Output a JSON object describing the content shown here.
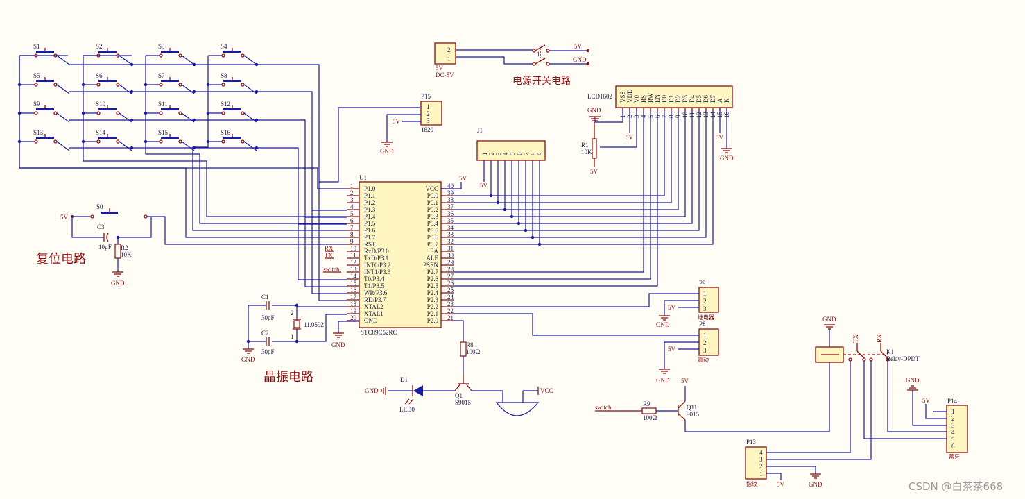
{
  "keys": [
    "S1",
    "S2",
    "S3",
    "S4",
    "S5",
    "S6",
    "S7",
    "S8",
    "S9",
    "S10",
    "S11",
    "S12",
    "S13",
    "S14",
    "S15",
    "S16"
  ],
  "mcu": {
    "ref": "U1",
    "part": "STC89C52RC",
    "left_pins": [
      {
        "num": "1",
        "name": "P1.0"
      },
      {
        "num": "2",
        "name": "P1.1"
      },
      {
        "num": "3",
        "name": "P1.2"
      },
      {
        "num": "4",
        "name": "P1.3"
      },
      {
        "num": "5",
        "name": "P1.4"
      },
      {
        "num": "6",
        "name": "P1.5"
      },
      {
        "num": "7",
        "name": "P1.6"
      },
      {
        "num": "8",
        "name": "P1.7"
      },
      {
        "num": "9",
        "name": "RST"
      },
      {
        "num": "10",
        "name": "RxD/P3.0"
      },
      {
        "num": "11",
        "name": "TxD/P3.1"
      },
      {
        "num": "12",
        "name": "INT0/P3.2"
      },
      {
        "num": "13",
        "name": "INT1/P3.3"
      },
      {
        "num": "14",
        "name": "T0/P3.4"
      },
      {
        "num": "15",
        "name": "T1/P3.5"
      },
      {
        "num": "16",
        "name": "WR/P3.6"
      },
      {
        "num": "17",
        "name": "RD/P3.7"
      },
      {
        "num": "18",
        "name": "XTAL2"
      },
      {
        "num": "19",
        "name": "XTAL1"
      },
      {
        "num": "20",
        "name": "GND"
      }
    ],
    "right_pins": [
      {
        "num": "40",
        "name": "VCC"
      },
      {
        "num": "39",
        "name": "P0.0"
      },
      {
        "num": "38",
        "name": "P0.1"
      },
      {
        "num": "37",
        "name": "P0.2"
      },
      {
        "num": "36",
        "name": "P0.3"
      },
      {
        "num": "35",
        "name": "P0.4"
      },
      {
        "num": "34",
        "name": "P0.5"
      },
      {
        "num": "33",
        "name": "P0.6"
      },
      {
        "num": "32",
        "name": "P0.7"
      },
      {
        "num": "31",
        "name": "EA"
      },
      {
        "num": "30",
        "name": "ALE"
      },
      {
        "num": "29",
        "name": "PSEN"
      },
      {
        "num": "28",
        "name": "P2.7"
      },
      {
        "num": "27",
        "name": "P2.6"
      },
      {
        "num": "26",
        "name": "P2.5"
      },
      {
        "num": "25",
        "name": "P2.4"
      },
      {
        "num": "24",
        "name": "P2.3"
      },
      {
        "num": "23",
        "name": "P2.2"
      },
      {
        "num": "22",
        "name": "P2.1"
      },
      {
        "num": "21",
        "name": "P2.0"
      }
    ],
    "net_rx": "RX",
    "net_tx": "TX",
    "net_switch": "switch",
    "vcc": "5V",
    "gnd": "GND"
  },
  "lcd": {
    "ref": "LCD1602",
    "pins": [
      "VSS",
      "VDD",
      "V0",
      "RS",
      "RW",
      "EN",
      "D0",
      "D1",
      "D2",
      "D3",
      "D4",
      "D5",
      "D6",
      "D7",
      "A",
      "K"
    ],
    "nums": [
      "1",
      "2",
      "3",
      "4",
      "5",
      "6",
      "7",
      "8",
      "9",
      "10",
      "11",
      "12",
      "13",
      "14",
      "15",
      "16"
    ],
    "gnd": "GND",
    "vdd": "5V",
    "k_gnd": "GND",
    "a_5v": "5V"
  },
  "pot": {
    "ref": "R1",
    "value": "10K",
    "vcc": "5V"
  },
  "j1": {
    "ref": "J1",
    "nums": [
      "1",
      "2",
      "3",
      "4",
      "5",
      "6",
      "7",
      "8",
      "9"
    ],
    "vcc": "5V"
  },
  "p15": {
    "ref": "P15",
    "nums": [
      "1",
      "2",
      "3"
    ],
    "label": "1820",
    "vcc": "5V",
    "gnd": "GND"
  },
  "power": {
    "conn_nums": [
      "2",
      "1"
    ],
    "conn_val": "5V",
    "conn_label": "DC-5V",
    "sw_num": "1",
    "out_5v": "5V",
    "out_gnd": "GND",
    "title": "电源开关电路"
  },
  "reset": {
    "title": "复位电路",
    "key": "S0",
    "vcc": "5V",
    "cap_ref": "C3",
    "cap_val": "10μF",
    "res_ref": "R2",
    "res_val": "10K",
    "gnd": "GND"
  },
  "crystal": {
    "title": "晶振电路",
    "c1_ref": "C1",
    "c1_val": "30pF",
    "c2_ref": "C2",
    "c2_val": "30pF",
    "xtal_val": "11.0592",
    "pin_a": "2",
    "pin_b": "1",
    "gnd": "GND"
  },
  "led": {
    "ref": "D1",
    "label": "LED0",
    "gnd": "GND",
    "r_ref": "R8",
    "r_val": "100Ω",
    "q_ref": "Q1",
    "q_val": "S9015",
    "vcc": "VCC"
  },
  "p9": {
    "ref": "P9",
    "nums": [
      "1",
      "2",
      "3"
    ],
    "label": "继电器",
    "vcc": "5V",
    "gnd": "GND"
  },
  "p8": {
    "ref": "P8",
    "nums": [
      "1",
      "2",
      "3"
    ],
    "label": "震动",
    "vcc": "5V",
    "gnd": "GND"
  },
  "relay": {
    "ref": "K1",
    "part": "Relay-DPDT",
    "tx": "TX",
    "rx": "RX",
    "gnd": "GND"
  },
  "q11": {
    "switch": "switch",
    "r_ref": "R9",
    "r_val": "100Ω",
    "q_ref": "Q11",
    "q_val": "9015",
    "vcc": "5V"
  },
  "p14": {
    "ref": "P14",
    "nums": [
      "1",
      "2",
      "3",
      "4",
      "5",
      "6"
    ],
    "label": "蓝牙",
    "vcc": "5V",
    "gnd": "GND"
  },
  "p13": {
    "ref": "P13",
    "nums": [
      "4",
      "3",
      "2",
      "1"
    ],
    "label": "指纹",
    "vcc": "5V",
    "gnd": "GND"
  },
  "watermark": "CSDN @白茶茶668",
  "colors": {
    "wire": "#1a1aa0",
    "component": "#8b1010",
    "fill": "#fff6c2",
    "background": "#fffdf6"
  }
}
